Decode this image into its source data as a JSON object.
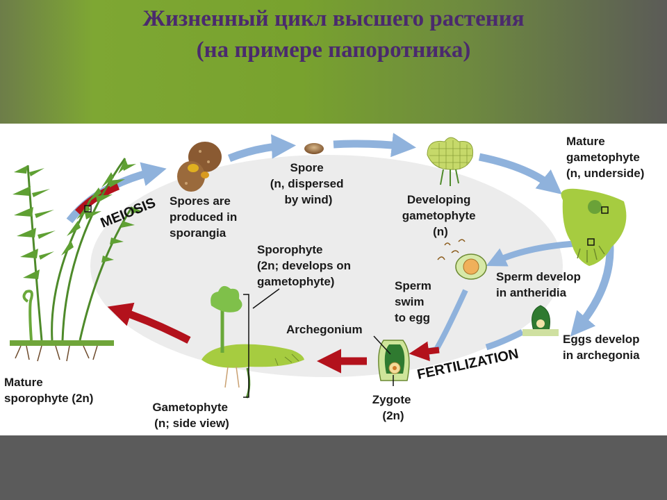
{
  "title": {
    "line1": "Жизненный цикл высшего растения",
    "line2": "(на примере папоротника)"
  },
  "diagram": {
    "meiosis": "MEIOSIS",
    "fertilization": "FERTILIZATION",
    "spores_produced": [
      "Spores are",
      "produced in",
      "sporangia"
    ],
    "spore": [
      "Spore",
      "(n, dispersed",
      "by wind)"
    ],
    "developing_gametophyte": [
      "Developing",
      "gametophyte",
      "(n)"
    ],
    "mature_gametophyte": [
      "Mature",
      "gametophyte",
      "(n, underside)"
    ],
    "sperm_develop": [
      "Sperm develop",
      "in antheridia"
    ],
    "sperm_swim": [
      "Sperm",
      "swim",
      "to egg"
    ],
    "eggs_develop": [
      "Eggs develop",
      "in archegonia"
    ],
    "archegonium": "Archegonium",
    "zygote": [
      "Zygote",
      "(2n)"
    ],
    "sporophyte_on_gametophyte": [
      "Sporophyte",
      "(2n; develops on",
      "gametophyte)"
    ],
    "gametophyte_side": [
      "Gametophyte",
      "(n; side view)"
    ],
    "mature_sporophyte": [
      "Mature",
      "sporophyte (2n)"
    ]
  },
  "colors": {
    "title": "#4a2a6d",
    "arrow_blue": "#8fb2dc",
    "arrow_red": "#b3121c",
    "oval_fill": "#ececec",
    "fern_green": "#6fa53a"
  }
}
